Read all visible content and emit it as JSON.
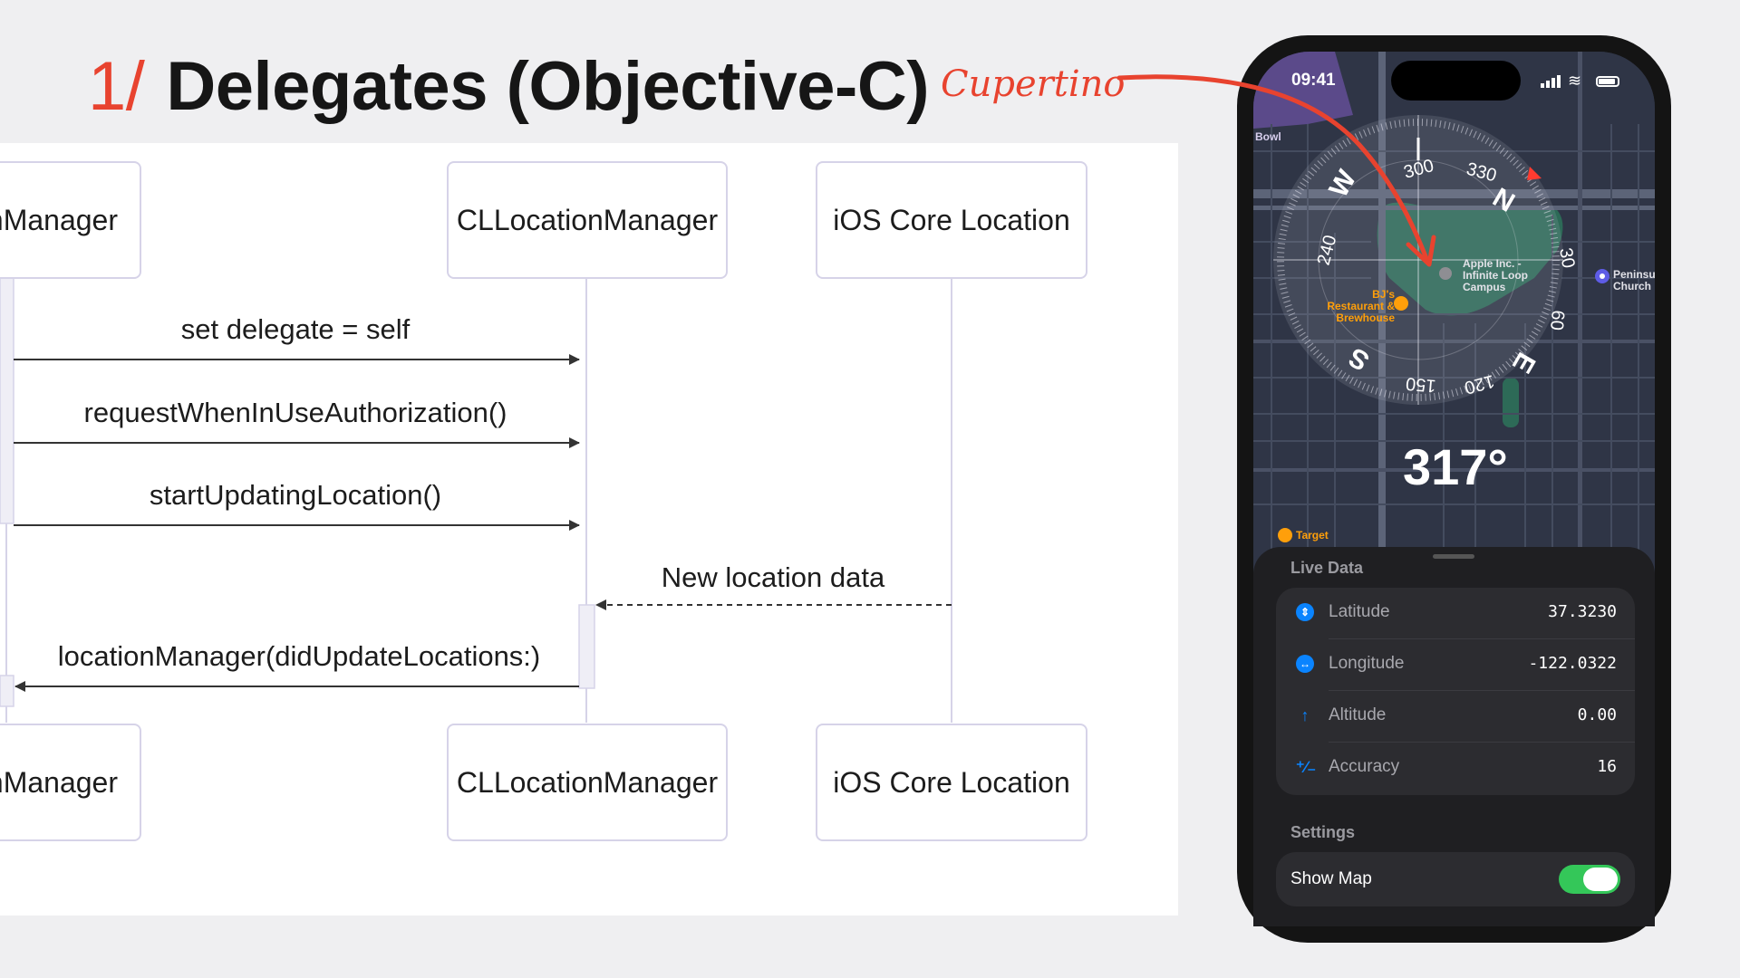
{
  "slide": {
    "number": "1/",
    "title": "Delegates (Objective-C)",
    "annotation": "Cupertino",
    "accent_color": "#e8432f"
  },
  "diagram": {
    "participants": [
      {
        "label": "ocationManager"
      },
      {
        "label": "CLLocationManager"
      },
      {
        "label": "iOS Core Location"
      }
    ],
    "messages": [
      {
        "label": "set delegate = self",
        "style": "solid"
      },
      {
        "label": "requestWhenInUseAuthorization()",
        "style": "solid"
      },
      {
        "label": "startUpdatingLocation()",
        "style": "solid"
      },
      {
        "label": "New location data",
        "style": "dashed"
      },
      {
        "label": "locationManager(didUpdateLocations:)",
        "style": "solid"
      }
    ],
    "border_color": "#d6d3e8"
  },
  "phone": {
    "status_time": "09:41",
    "heading": "317°",
    "compass": {
      "degree_labels": [
        "300",
        "330",
        "30",
        "60",
        "120",
        "150",
        "240"
      ],
      "cardinals": [
        "N",
        "E",
        "S",
        "W"
      ]
    },
    "map_labels": {
      "poi_1": "Apple Inc. - Infinite Loop Campus",
      "poi_2": "BJ's Restaurant & Brewhouse",
      "poi_3": "Target",
      "poi_4": "Peninsu Church",
      "poi_5": "Bowl"
    },
    "live_data": {
      "title": "Live Data",
      "rows": [
        {
          "icon": "latitude-icon",
          "glyph": "⇕",
          "label": "Latitude",
          "value": "37.3230"
        },
        {
          "icon": "longitude-icon",
          "glyph": "↔",
          "label": "Longitude",
          "value": "-122.0322"
        },
        {
          "icon": "altitude-icon",
          "glyph": "↑",
          "label": "Altitude",
          "value": "0.00"
        },
        {
          "icon": "accuracy-icon",
          "glyph": "⁺∕₋",
          "label": "Accuracy",
          "value": "16"
        }
      ]
    },
    "settings": {
      "title": "Settings",
      "show_map_label": "Show Map",
      "show_map_on": true,
      "toggle_color": "#34c759"
    }
  }
}
